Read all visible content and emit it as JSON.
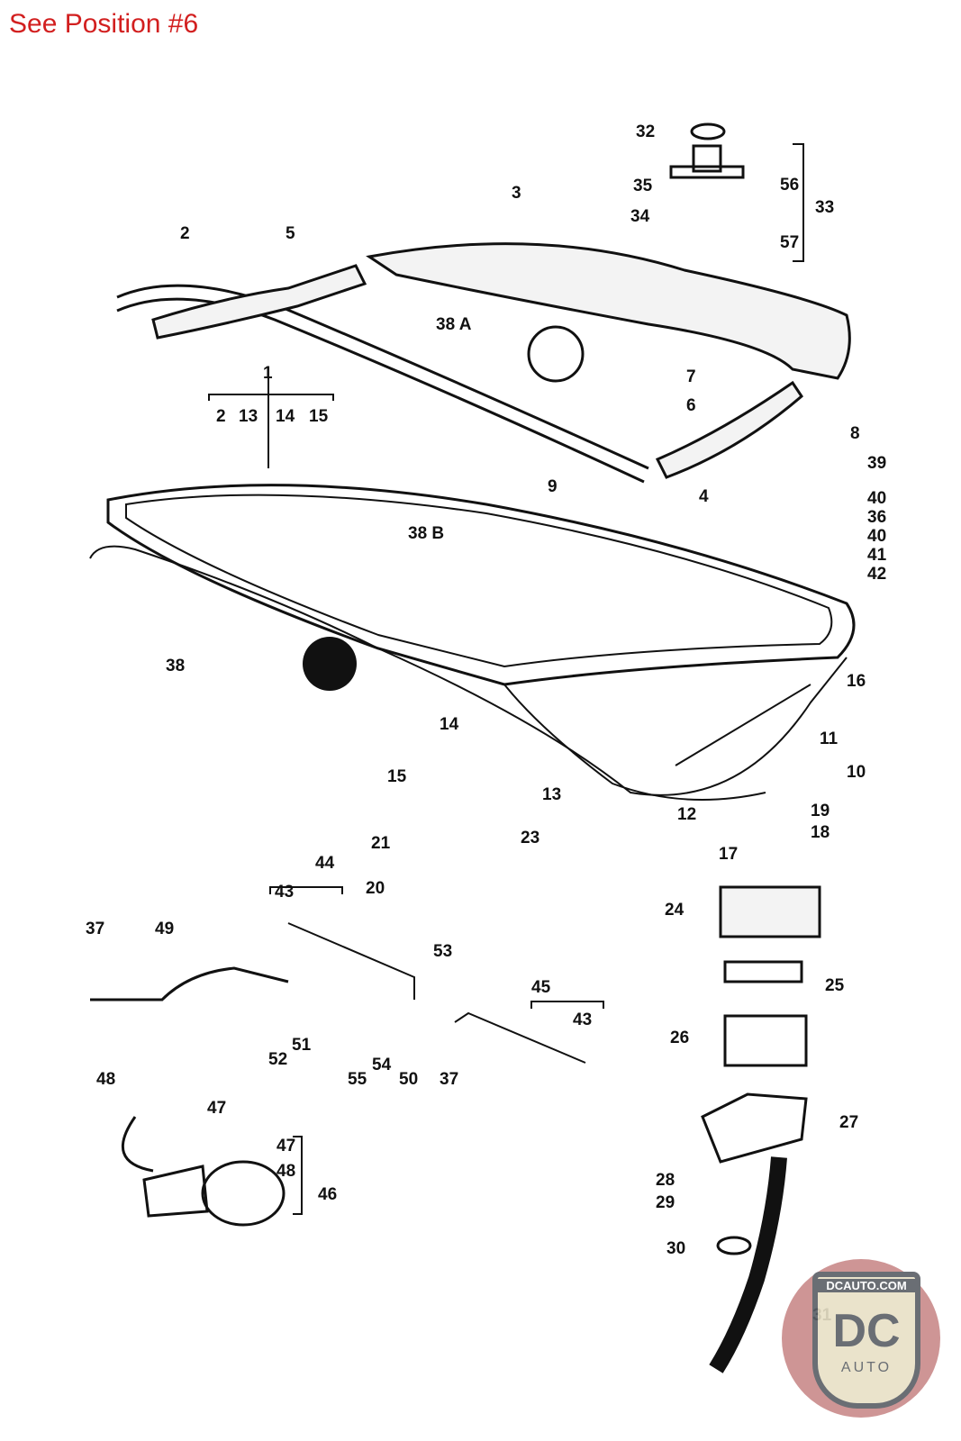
{
  "header": {
    "title": "See Position #6"
  },
  "callouts": [
    {
      "id": "32",
      "text": "32"
    },
    {
      "id": "35",
      "text": "35"
    },
    {
      "id": "34",
      "text": "34"
    },
    {
      "id": "56",
      "text": "56"
    },
    {
      "id": "33",
      "text": "33"
    },
    {
      "id": "57",
      "text": "57"
    },
    {
      "id": "3",
      "text": "3"
    },
    {
      "id": "2",
      "text": "2"
    },
    {
      "id": "5",
      "text": "5"
    },
    {
      "id": "38A",
      "text": "38 A"
    },
    {
      "id": "7",
      "text": "7"
    },
    {
      "id": "6",
      "text": "6"
    },
    {
      "id": "8",
      "text": "8"
    },
    {
      "id": "39",
      "text": "39"
    },
    {
      "id": "1",
      "text": "1"
    },
    {
      "id": "9",
      "text": "9"
    },
    {
      "id": "4",
      "text": "4"
    },
    {
      "id": "40a",
      "text": "40"
    },
    {
      "id": "36",
      "text": "36"
    },
    {
      "id": "40b",
      "text": "40"
    },
    {
      "id": "41",
      "text": "41"
    },
    {
      "id": "42",
      "text": "42"
    },
    {
      "id": "38B",
      "text": "38 B"
    },
    {
      "id": "38",
      "text": "38"
    },
    {
      "id": "16",
      "text": "16"
    },
    {
      "id": "14",
      "text": "14"
    },
    {
      "id": "11",
      "text": "11"
    },
    {
      "id": "15",
      "text": "15"
    },
    {
      "id": "10",
      "text": "10"
    },
    {
      "id": "13",
      "text": "13"
    },
    {
      "id": "12",
      "text": "12"
    },
    {
      "id": "19",
      "text": "19"
    },
    {
      "id": "18",
      "text": "18"
    },
    {
      "id": "23",
      "text": "23"
    },
    {
      "id": "21",
      "text": "21"
    },
    {
      "id": "17",
      "text": "17"
    },
    {
      "id": "44",
      "text": "44"
    },
    {
      "id": "20",
      "text": "20"
    },
    {
      "id": "43a",
      "text": "43"
    },
    {
      "id": "24",
      "text": "24"
    },
    {
      "id": "37a",
      "text": "37"
    },
    {
      "id": "49",
      "text": "49"
    },
    {
      "id": "53",
      "text": "53"
    },
    {
      "id": "45",
      "text": "45"
    },
    {
      "id": "25",
      "text": "25"
    },
    {
      "id": "43b",
      "text": "43"
    },
    {
      "id": "52",
      "text": "52"
    },
    {
      "id": "51",
      "text": "51"
    },
    {
      "id": "26",
      "text": "26"
    },
    {
      "id": "55",
      "text": "55"
    },
    {
      "id": "54",
      "text": "54"
    },
    {
      "id": "50",
      "text": "50"
    },
    {
      "id": "37b",
      "text": "37"
    },
    {
      "id": "48a",
      "text": "48"
    },
    {
      "id": "47a",
      "text": "47"
    },
    {
      "id": "27",
      "text": "27"
    },
    {
      "id": "47b",
      "text": "47"
    },
    {
      "id": "48b",
      "text": "48"
    },
    {
      "id": "46",
      "text": "46"
    },
    {
      "id": "28",
      "text": "28"
    },
    {
      "id": "29",
      "text": "29"
    },
    {
      "id": "30",
      "text": "30"
    },
    {
      "id": "31",
      "text": "31"
    }
  ],
  "group1_subparts": [
    "2",
    "13",
    "14",
    "15"
  ],
  "logo": {
    "url": "DCAUTO.COM",
    "mark": "DC",
    "word": "AUTO"
  }
}
